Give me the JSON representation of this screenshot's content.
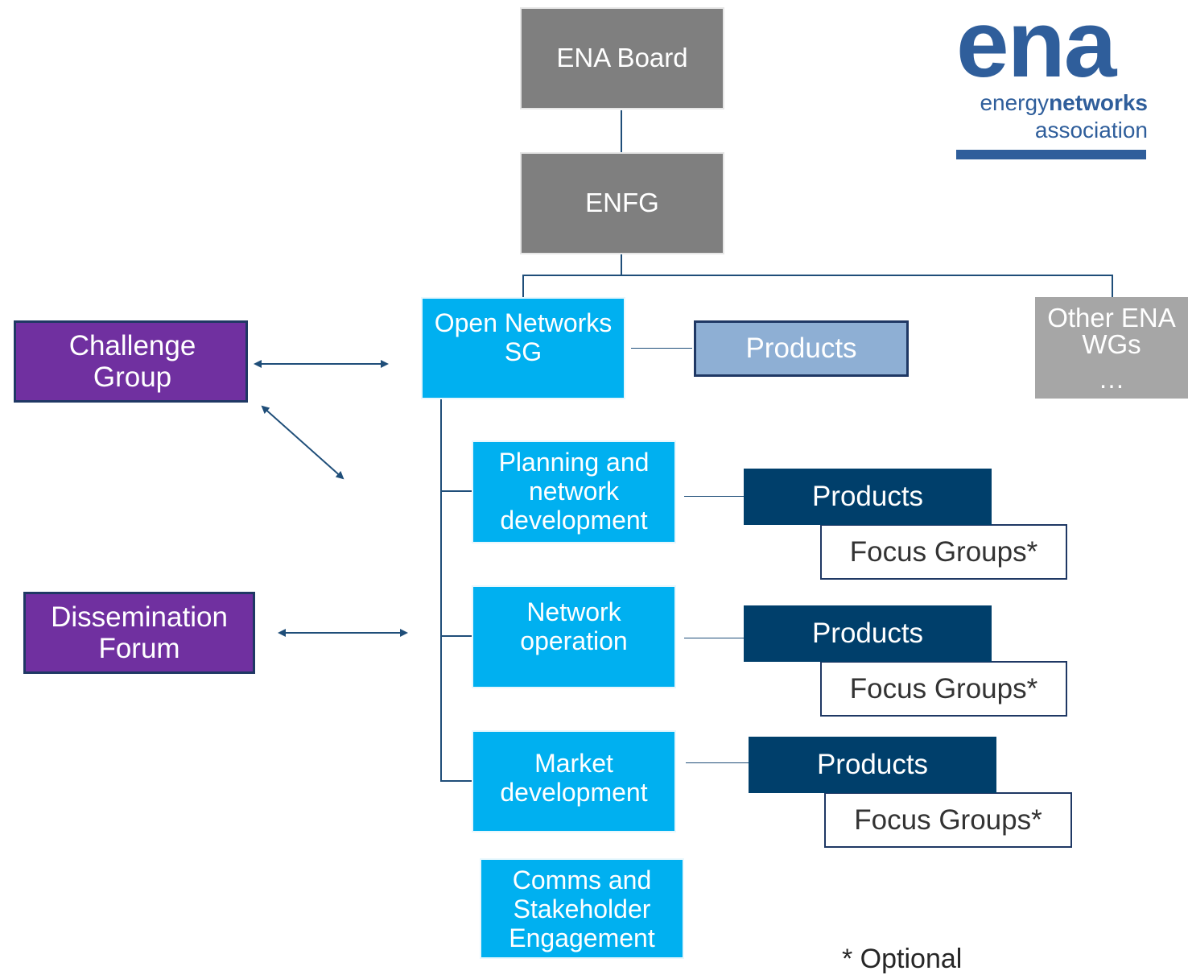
{
  "logo": {
    "wordmark": "ena",
    "line2_light": "energy",
    "line2_bold": "networks",
    "line3": "association"
  },
  "boxes": {
    "ena_board": "ENA Board",
    "enfg": "ENFG",
    "open_networks_l1": "Open Networks",
    "open_networks_l2": "SG",
    "products_top": "Products",
    "other_wgs_l1": "Other ENA",
    "other_wgs_l2": "WGs",
    "other_wgs_l3": "…",
    "challenge_l1": "Challenge",
    "challenge_l2": "Group",
    "dissemination_l1": "Dissemination",
    "dissemination_l2": "Forum",
    "planning_l1": "Planning and",
    "planning_l2": "network",
    "planning_l3": "development",
    "network_op_l1": "Network",
    "network_op_l2": "operation",
    "market_l1": "Market",
    "market_l2": "development",
    "comms_l1": "Comms and",
    "comms_l2": "Stakeholder",
    "comms_l3": "Engagement",
    "products_1": "Products",
    "focus_1": "Focus Groups*",
    "products_2": "Products",
    "focus_2": "Focus Groups*",
    "products_3": "Products",
    "focus_3": "Focus Groups*"
  },
  "footnote": "* Optional",
  "colors": {
    "dark_gray": "#7f7f7f",
    "cyan": "#00b0f0",
    "purple": "#7030a0",
    "light_blue": "#8eafd4",
    "light_gray": "#a6a6a6",
    "navy": "#003f6b",
    "line": "#1f4e79",
    "logo_blue": "#2f5e9b"
  }
}
